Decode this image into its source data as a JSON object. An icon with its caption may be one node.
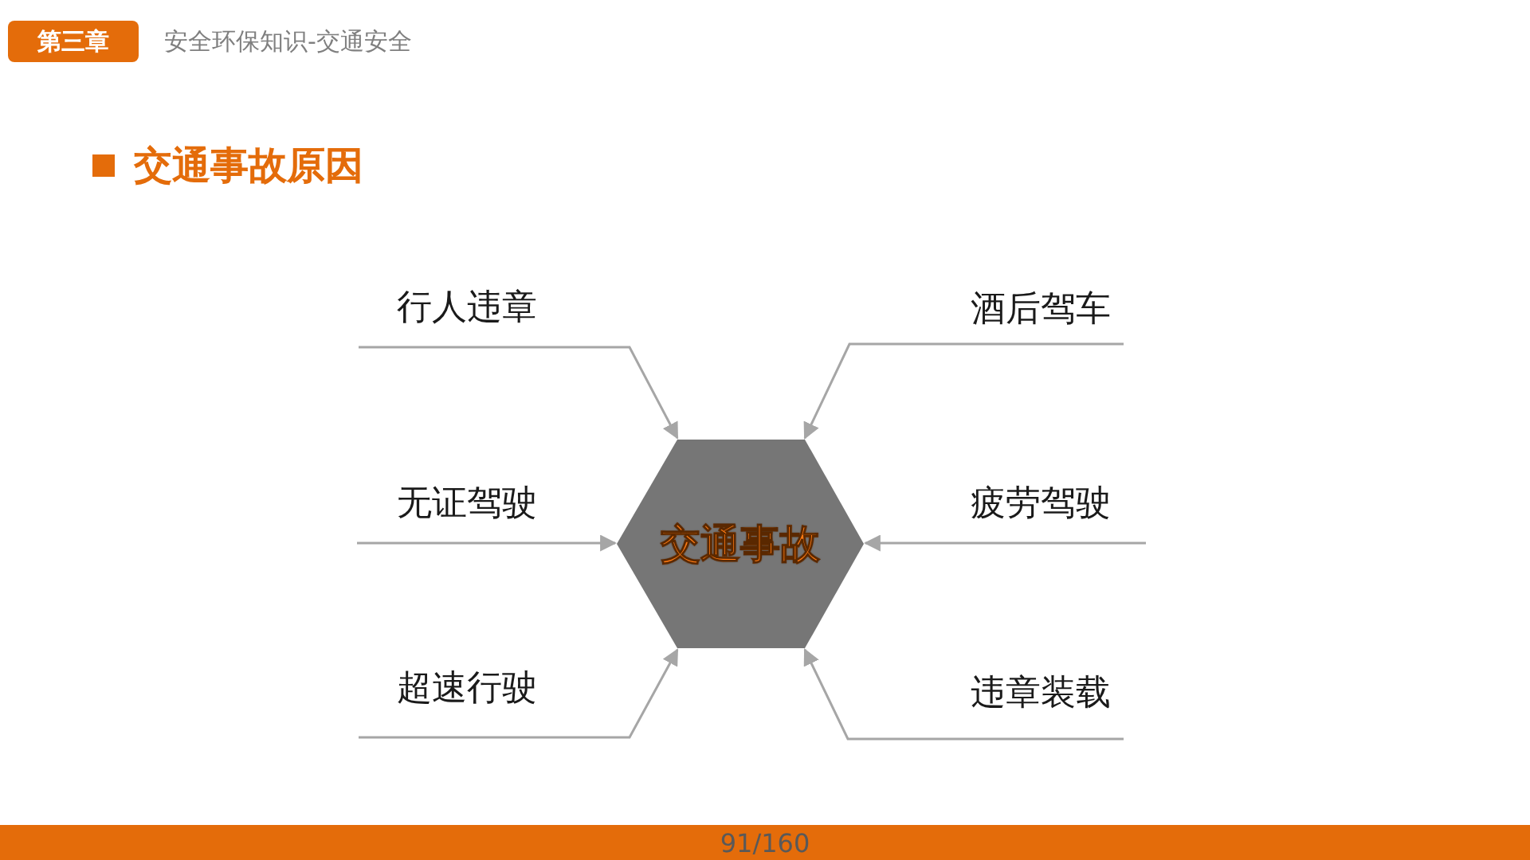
{
  "diagram": {
    "title": "交通事故原因",
    "nodes": [
      {
        "text": [
          "交通事故"
        ]
      },
      {
        "text": [
          "行人违章"
        ]
      },
      {
        "text": [
          "无证驾驶"
        ]
      },
      {
        "text": [
          "超速行驶"
        ]
      },
      {
        "text": [
          "酒后驾车"
        ]
      },
      {
        "text": [
          "疲劳驾驶"
        ]
      },
      {
        "text": [
          "违章装载"
        ]
      }
    ],
    "edges": [
      {
        "from": 1,
        "to": 0,
        "arrow": "to"
      },
      {
        "from": 2,
        "to": 0,
        "arrow": "to"
      },
      {
        "from": 3,
        "to": 0,
        "arrow": "to"
      },
      {
        "from": 4,
        "to": 0,
        "arrow": "to"
      },
      {
        "from": 5,
        "to": 0,
        "arrow": "to"
      },
      {
        "from": 6,
        "to": 0,
        "arrow": "to"
      }
    ],
    "labels": [
      "第三章",
      "安全环保知识-交通安全",
      "91/160"
    ]
  }
}
